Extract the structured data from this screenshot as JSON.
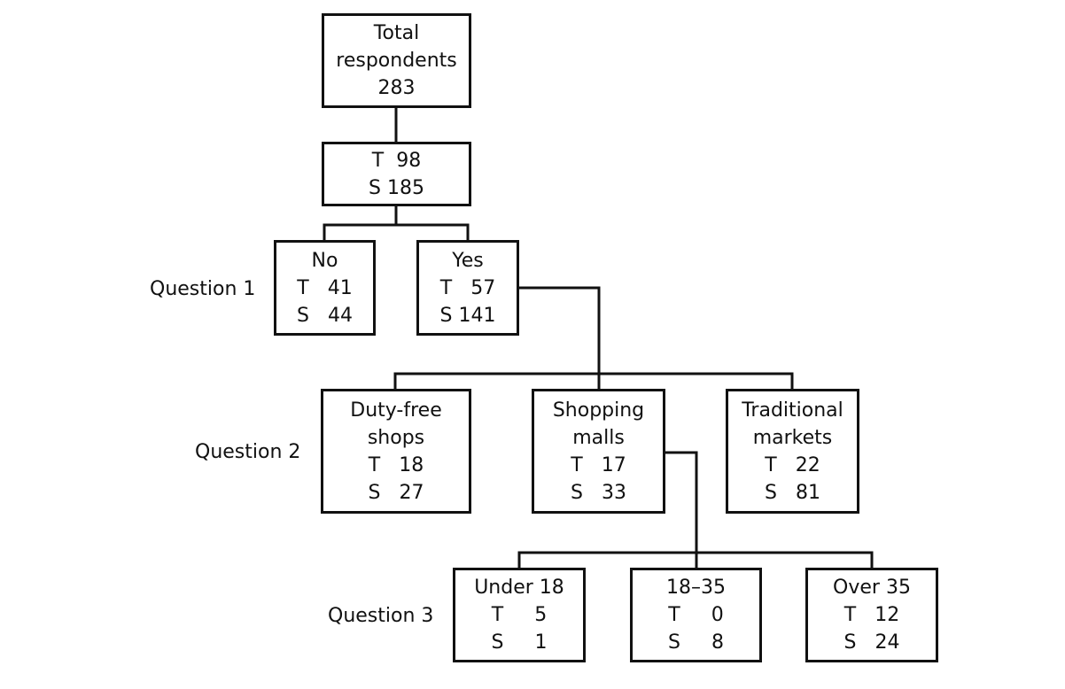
{
  "root": {
    "lines": [
      "Total",
      "respondents",
      "283"
    ]
  },
  "split": {
    "lines": [
      "T  98",
      "S 185"
    ]
  },
  "question_labels": [
    "Question 1",
    "Question 2",
    "Question 3"
  ],
  "q1": [
    {
      "lines": [
        "No",
        "T   41",
        "S   44"
      ]
    },
    {
      "lines": [
        "Yes",
        "T   57",
        "S 141"
      ]
    }
  ],
  "q2": [
    {
      "lines": [
        "Duty-free",
        "shops",
        "T   18",
        "S   27"
      ]
    },
    {
      "lines": [
        "Shopping",
        "malls",
        "T   17",
        "S   33"
      ]
    },
    {
      "lines": [
        "Traditional",
        "markets",
        "T   22",
        "S   81"
      ]
    }
  ],
  "q3": [
    {
      "lines": [
        "Under 18",
        "T     5",
        "S     1"
      ]
    },
    {
      "lines": [
        "18–35",
        "T     0",
        "S     8"
      ]
    },
    {
      "lines": [
        "Over 35",
        "T   12",
        "S   24"
      ]
    }
  ]
}
